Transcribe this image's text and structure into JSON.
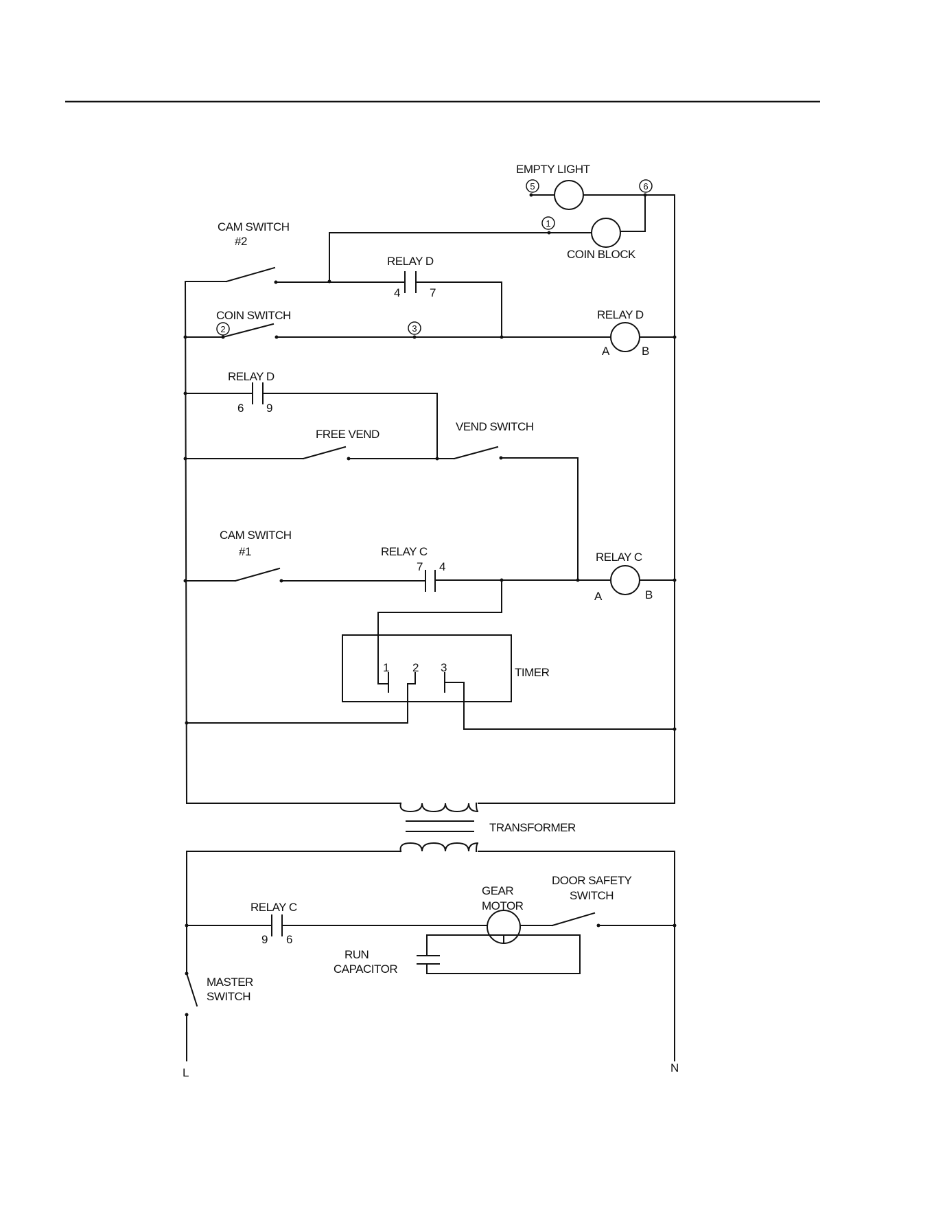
{
  "labels": {
    "empty_light": "EMPTY LIGHT",
    "coin_block": "COIN BLOCK",
    "cam_switch_2_line1": "CAM SWITCH",
    "cam_switch_2_line2": "#2",
    "relay_d_contact_top": "RELAY D",
    "relay_d_contact_top_pin_a": "4",
    "relay_d_contact_top_pin_b": "7",
    "coin_switch": "COIN SWITCH",
    "relay_d_coil": "RELAY D",
    "relay_d_coil_pin_a": "A",
    "relay_d_coil_pin_b": "B",
    "relay_d_contact_mid": "RELAY D",
    "relay_d_contact_mid_pin_a": "6",
    "relay_d_contact_mid_pin_b": "9",
    "free_vend": "FREE VEND",
    "vend_switch": "VEND SWITCH",
    "cam_switch_1_line1": "CAM SWITCH",
    "cam_switch_1_line2": "#1",
    "relay_c_contact_top": "RELAY C",
    "relay_c_contact_top_pin_a": "7",
    "relay_c_contact_top_pin_b": "4",
    "relay_c_coil": "RELAY C",
    "relay_c_coil_pin_a": "A",
    "relay_c_coil_pin_b": "B",
    "timer": "TIMER",
    "timer_pin_1": "1",
    "timer_pin_2": "2",
    "timer_pin_3": "3",
    "transformer": "TRANSFORMER",
    "gear_motor_line1": "GEAR",
    "gear_motor_line2": "MOTOR",
    "door_safety_line1": "DOOR SAFETY",
    "door_safety_line2": "SWITCH",
    "relay_c_contact_bottom": "RELAY C",
    "relay_c_contact_bottom_pin_a": "9",
    "relay_c_contact_bottom_pin_b": "6",
    "run_capacitor_line1": "RUN",
    "run_capacitor_line2": "CAPACITOR",
    "master_switch_line1": "MASTER",
    "master_switch_line2": "SWITCH",
    "line_l": "L",
    "line_n": "N"
  },
  "wire_numbers": {
    "w1": "1",
    "w2": "2",
    "w3": "3",
    "w5": "5",
    "w6": "6"
  }
}
